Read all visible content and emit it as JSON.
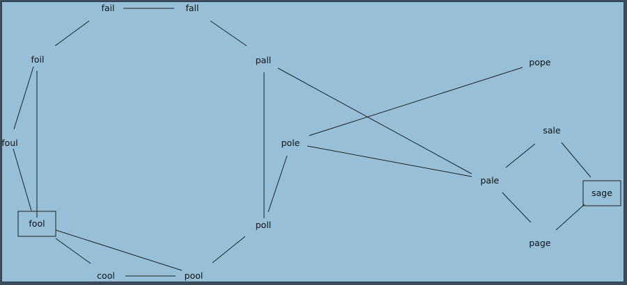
{
  "diagram": {
    "background": "#97c0d8",
    "nodes": [
      {
        "id": "fail",
        "label": "fail",
        "boxed": false
      },
      {
        "id": "fall",
        "label": "fall",
        "boxed": false
      },
      {
        "id": "foil",
        "label": "foil",
        "boxed": false
      },
      {
        "id": "pall",
        "label": "pall",
        "boxed": false
      },
      {
        "id": "pope",
        "label": "pope",
        "boxed": false
      },
      {
        "id": "sale",
        "label": "sale",
        "boxed": false
      },
      {
        "id": "foul",
        "label": "foul",
        "boxed": false
      },
      {
        "id": "pole",
        "label": "pole",
        "boxed": false
      },
      {
        "id": "pale",
        "label": "pale",
        "boxed": false
      },
      {
        "id": "sage",
        "label": "sage",
        "boxed": true
      },
      {
        "id": "fool",
        "label": "fool",
        "boxed": true
      },
      {
        "id": "poll",
        "label": "poll",
        "boxed": false
      },
      {
        "id": "page",
        "label": "page",
        "boxed": false
      },
      {
        "id": "cool",
        "label": "cool",
        "boxed": false
      },
      {
        "id": "pool",
        "label": "pool",
        "boxed": false
      }
    ],
    "edges": [
      [
        "fail",
        "fall"
      ],
      [
        "fail",
        "foil"
      ],
      [
        "fall",
        "pall"
      ],
      [
        "foil",
        "foul"
      ],
      [
        "foil",
        "fool"
      ],
      [
        "foul",
        "fool"
      ],
      [
        "fool",
        "cool"
      ],
      [
        "fool",
        "pool"
      ],
      [
        "cool",
        "pool"
      ],
      [
        "pool",
        "poll"
      ],
      [
        "poll",
        "pall"
      ],
      [
        "poll",
        "pole"
      ],
      [
        "pall",
        "pale"
      ],
      [
        "pole",
        "pope"
      ],
      [
        "pole",
        "pale"
      ],
      [
        "pale",
        "sale"
      ],
      [
        "pale",
        "page"
      ],
      [
        "sale",
        "sage"
      ],
      [
        "page",
        "sage"
      ]
    ]
  }
}
